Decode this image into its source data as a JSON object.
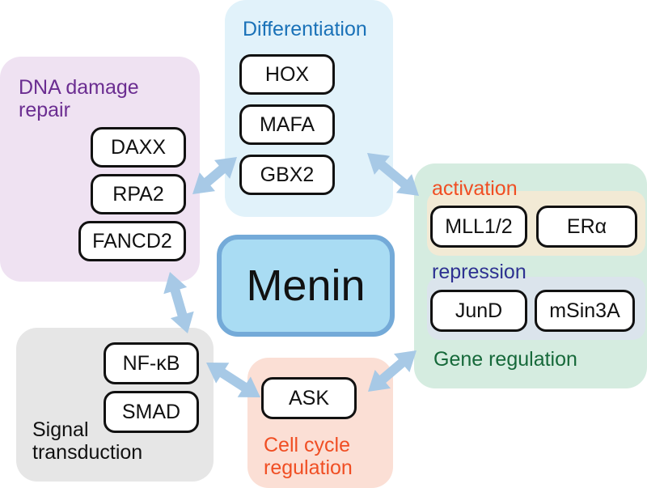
{
  "center": {
    "label": "Menin"
  },
  "groups": {
    "dna_repair": {
      "title_line1": "DNA damage",
      "title_line2": "repair",
      "color": "#6b2d91",
      "bg": "#efe2f2",
      "nodes": [
        "DAXX",
        "RPA2",
        "FANCD2"
      ]
    },
    "differentiation": {
      "title": "Differentiation",
      "color": "#1a72b8",
      "bg": "#e1f2fa",
      "nodes": [
        "HOX",
        "MAFA",
        "GBX2"
      ]
    },
    "gene_regulation": {
      "title": "Gene regulation",
      "color": "#16693a",
      "bg": "#d5ece0",
      "activation": {
        "title": "activation",
        "color": "#f04e23",
        "bg": "#f2ead5",
        "nodes": [
          "MLL1/2",
          "ERα"
        ]
      },
      "repression": {
        "title": "repression",
        "color": "#2e3192",
        "bg": "#dbe4ec",
        "nodes": [
          "JunD",
          "mSin3A"
        ]
      }
    },
    "signal_transduction": {
      "title_line1": "Signal",
      "title_line2": "transduction",
      "color": "#111111",
      "bg": "#e6e6e6",
      "nodes": [
        "NF-κB",
        "SMAD"
      ]
    },
    "cell_cycle": {
      "title_line1": "Cell cycle",
      "title_line2": "regulation",
      "color": "#f04e23",
      "bg": "#fbdfd5",
      "nodes": [
        "ASK"
      ]
    }
  },
  "arrow_color": "#a7c9e6",
  "arrows": [
    {
      "from": "dna_repair",
      "to": "differentiation"
    },
    {
      "from": "differentiation",
      "to": "gene_regulation"
    },
    {
      "from": "gene_regulation",
      "to": "cell_cycle"
    },
    {
      "from": "cell_cycle",
      "to": "signal_transduction"
    },
    {
      "from": "signal_transduction",
      "to": "dna_repair"
    }
  ]
}
